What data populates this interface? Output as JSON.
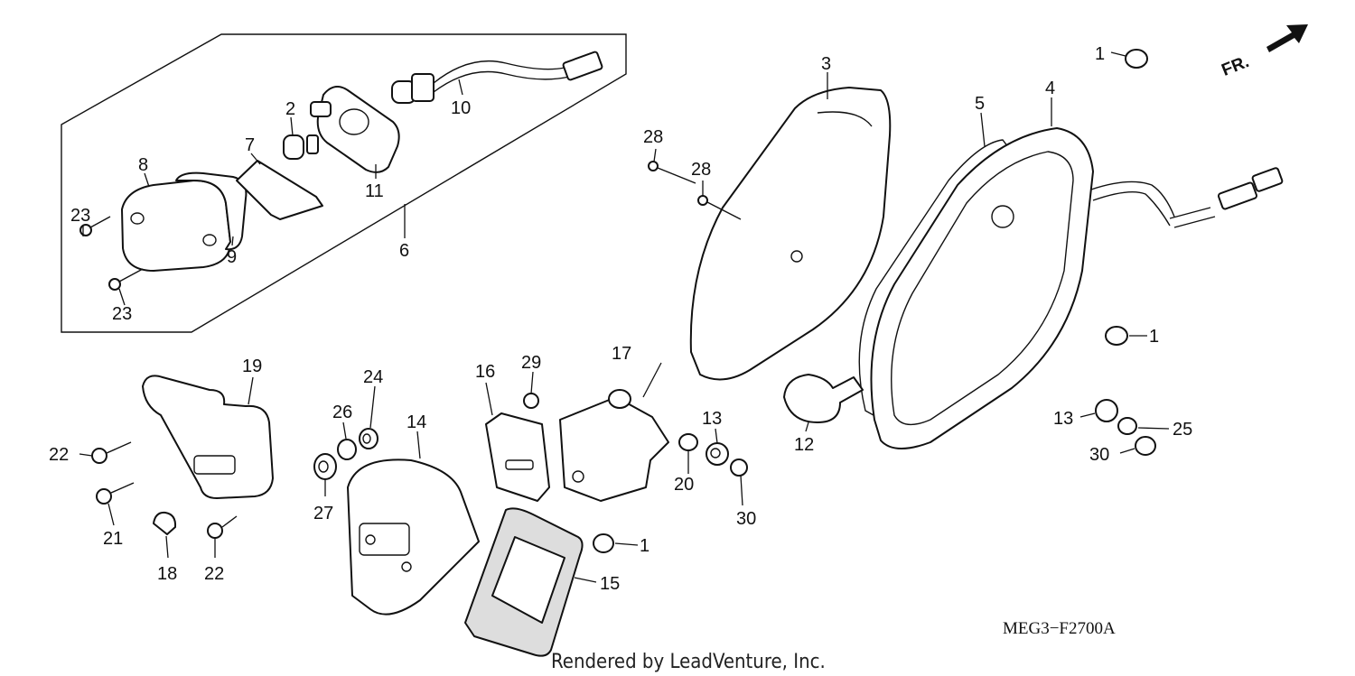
{
  "diagram": {
    "code": "MEG3−F2700A",
    "credit": "Rendered by LeadVenture, Inc.",
    "front_indicator": "FR.",
    "callouts": {
      "c1a": "1",
      "c1b": "1",
      "c1c": "1",
      "c2": "2",
      "c3": "3",
      "c4": "4",
      "c5": "5",
      "c6": "6",
      "c7": "7",
      "c8": "8",
      "c9": "9",
      "c10": "10",
      "c11": "11",
      "c12": "12",
      "c13a": "13",
      "c13b": "13",
      "c14": "14",
      "c15": "15",
      "c16": "16",
      "c17": "17",
      "c18": "18",
      "c19": "19",
      "c20": "20",
      "c21": "21",
      "c22a": "22",
      "c22b": "22",
      "c23a": "23",
      "c23b": "23",
      "c24": "24",
      "c25": "25",
      "c26": "26",
      "c27": "27",
      "c28a": "28",
      "c28b": "28",
      "c29": "29",
      "c30a": "30",
      "c30b": "30"
    }
  }
}
